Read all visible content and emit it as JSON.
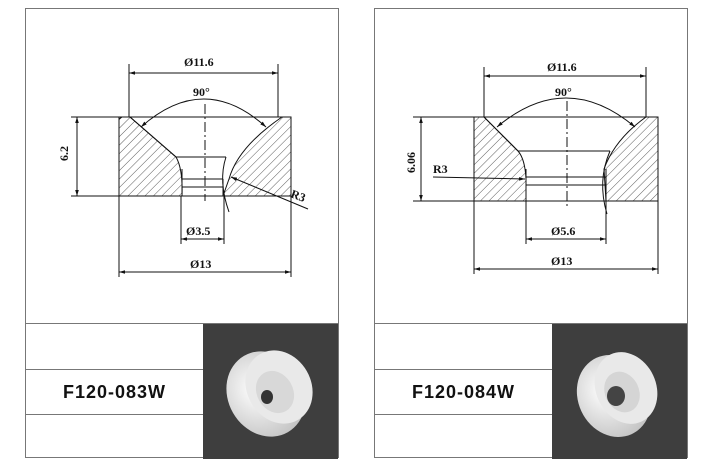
{
  "parts": [
    {
      "code": "F120-083W",
      "top_diameter": "Ø11.6",
      "angle": "90°",
      "height": "6.2",
      "radius": "R3",
      "bore_diameter": "Ø3.5",
      "outer_diameter": "Ø13"
    },
    {
      "code": "F120-084W",
      "top_diameter": "Ø11.6",
      "angle": "90°",
      "height": "6.06",
      "radius": "R3",
      "bore_diameter": "Ø5.6",
      "outer_diameter": "Ø13"
    }
  ]
}
